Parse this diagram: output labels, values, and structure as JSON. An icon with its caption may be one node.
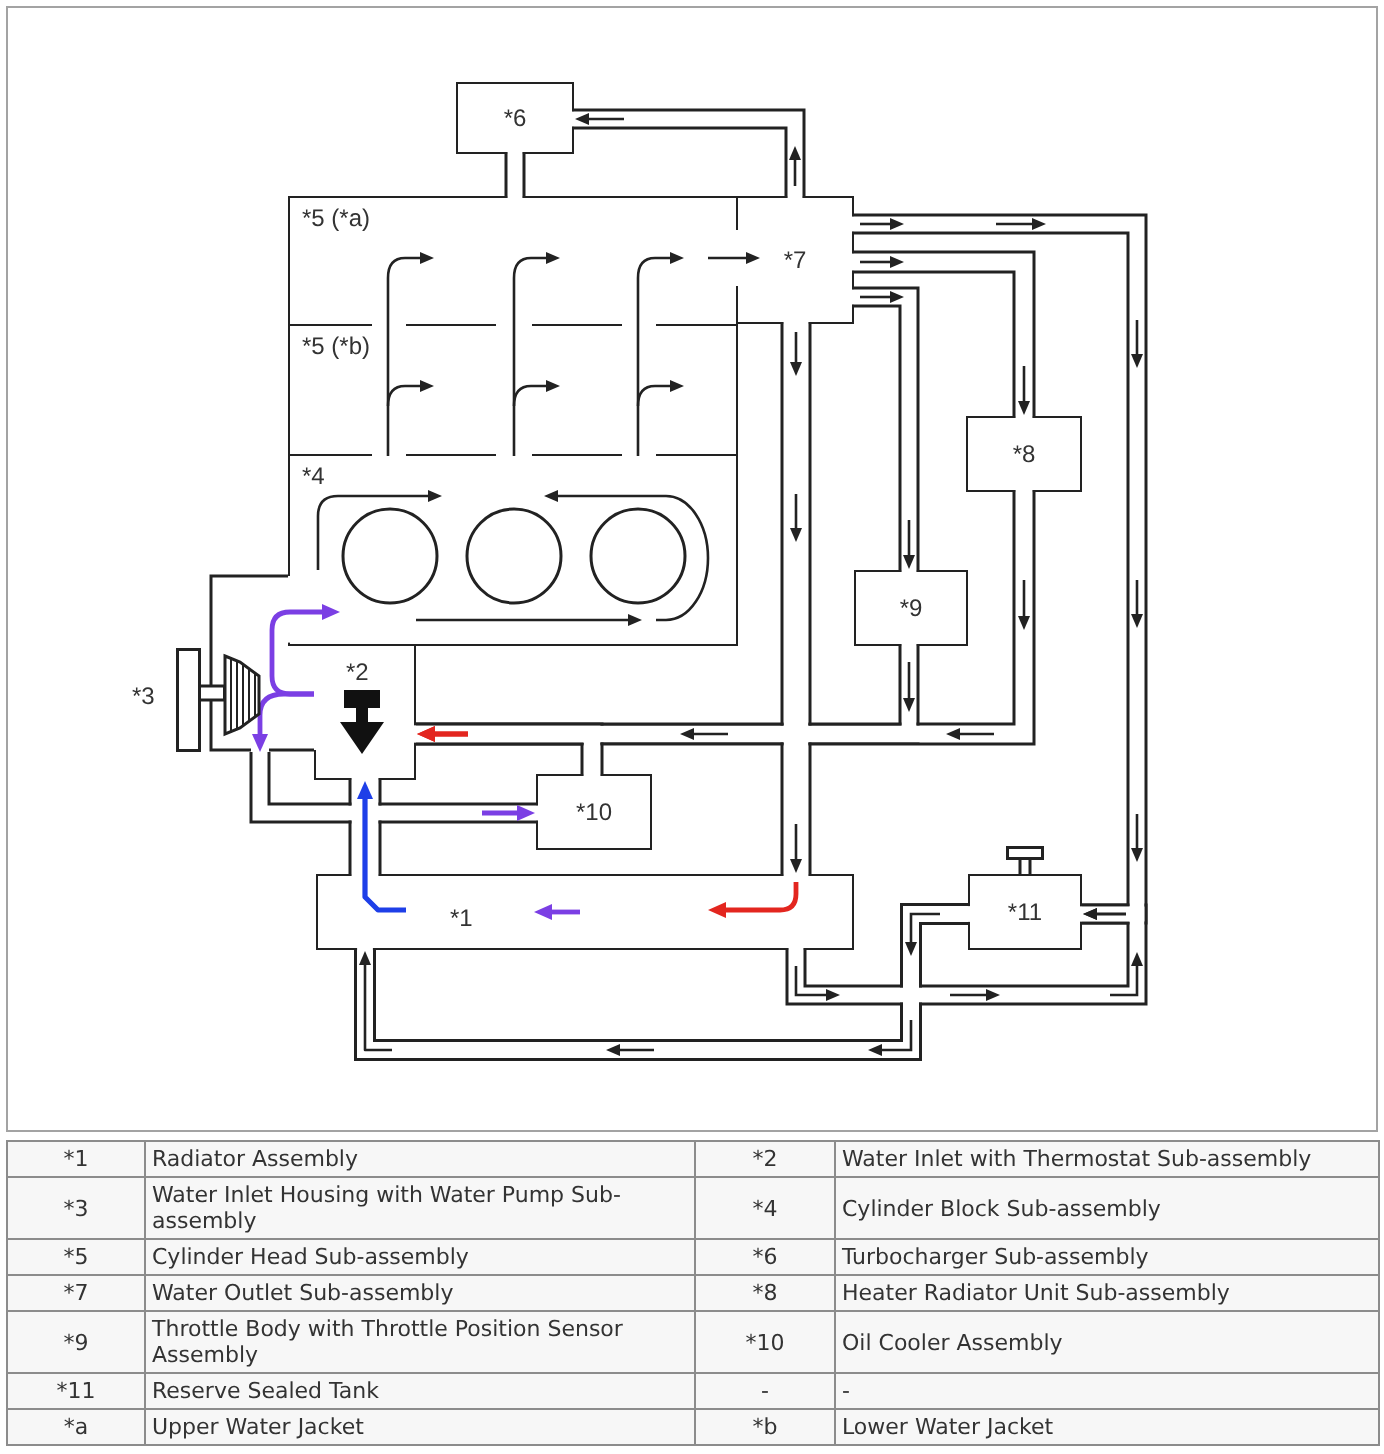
{
  "diagram": {
    "nodes": [
      {
        "text": [
          "*6"
        ]
      },
      {
        "text": [
          "*5 (*a)"
        ]
      },
      {
        "text": [
          "*7"
        ]
      },
      {
        "text": [
          "*5 (*b)"
        ]
      },
      {
        "text": [
          "*8"
        ]
      },
      {
        "text": [
          "*4"
        ]
      },
      {
        "text": [
          "*9"
        ]
      },
      {
        "text": [
          "*2"
        ]
      },
      {
        "text": [
          "*3"
        ]
      },
      {
        "text": [
          "*10"
        ]
      },
      {
        "text": [
          "*1"
        ]
      },
      {
        "text": [
          "*11"
        ]
      }
    ],
    "edges": [
      {
        "from": 2,
        "to": 0,
        "arrow": "to"
      },
      {
        "from": 0,
        "to": 1,
        "arrow": "none"
      },
      {
        "from": 2,
        "to": 4,
        "arrow": "to"
      },
      {
        "from": 2,
        "to": 6,
        "arrow": "to"
      },
      {
        "from": 2,
        "to": 11,
        "arrow": "to"
      },
      {
        "from": 2,
        "to": 10,
        "arrow": "to"
      },
      {
        "from": 4,
        "to": 7,
        "arrow": "to"
      },
      {
        "from": 6,
        "to": 7,
        "arrow": "to"
      },
      {
        "from": 9,
        "to": 7,
        "arrow": "none"
      },
      {
        "from": 8,
        "to": 9,
        "arrow": "to"
      },
      {
        "from": 10,
        "to": 11,
        "arrow": "to"
      },
      {
        "from": 11,
        "to": 10,
        "arrow": "to"
      },
      {
        "from": 10,
        "to": 7,
        "arrow": "to",
        "color": "#1e3fe8"
      },
      {
        "from": 3,
        "to": 1,
        "arrow": "to"
      },
      {
        "from": 5,
        "to": 3,
        "arrow": "to"
      },
      {
        "from": 3,
        "to": 1,
        "arrow": "to"
      },
      {
        "from": 5,
        "to": 3,
        "arrow": "to"
      },
      {
        "from": 3,
        "to": 1,
        "arrow": "to"
      },
      {
        "from": 5,
        "to": 3,
        "arrow": "to"
      },
      {
        "from": 1,
        "to": 2,
        "arrow": "to"
      },
      {
        "from": 7,
        "to": 5,
        "arrow": "to",
        "color": "#7b3fe4"
      },
      {
        "from": 7,
        "to": 8,
        "arrow": "to",
        "color": "#7b3fe4"
      }
    ],
    "labels": [
      "*1",
      "Radiator Assembly",
      "*2",
      "Water Inlet with Thermostat Sub-assembly",
      "*3",
      "Water Inlet Housing with Water Pump Sub-assembly",
      "*4",
      "Cylinder Block Sub-assembly",
      "*5",
      "Cylinder Head Sub-assembly",
      "*6",
      "Turbocharger Sub-assembly",
      "*7",
      "Water Outlet Sub-assembly",
      "*8",
      "Heater Radiator Unit Sub-assembly",
      "*9",
      "Throttle Body with Throttle Position Sensor Assembly",
      "*10",
      "Oil Cooler Assembly",
      "*11",
      "Reserve Sealed Tank",
      "-",
      "-",
      "*a",
      "Upper Water Jacket",
      "*b",
      "Lower Water Jacket"
    ]
  }
}
